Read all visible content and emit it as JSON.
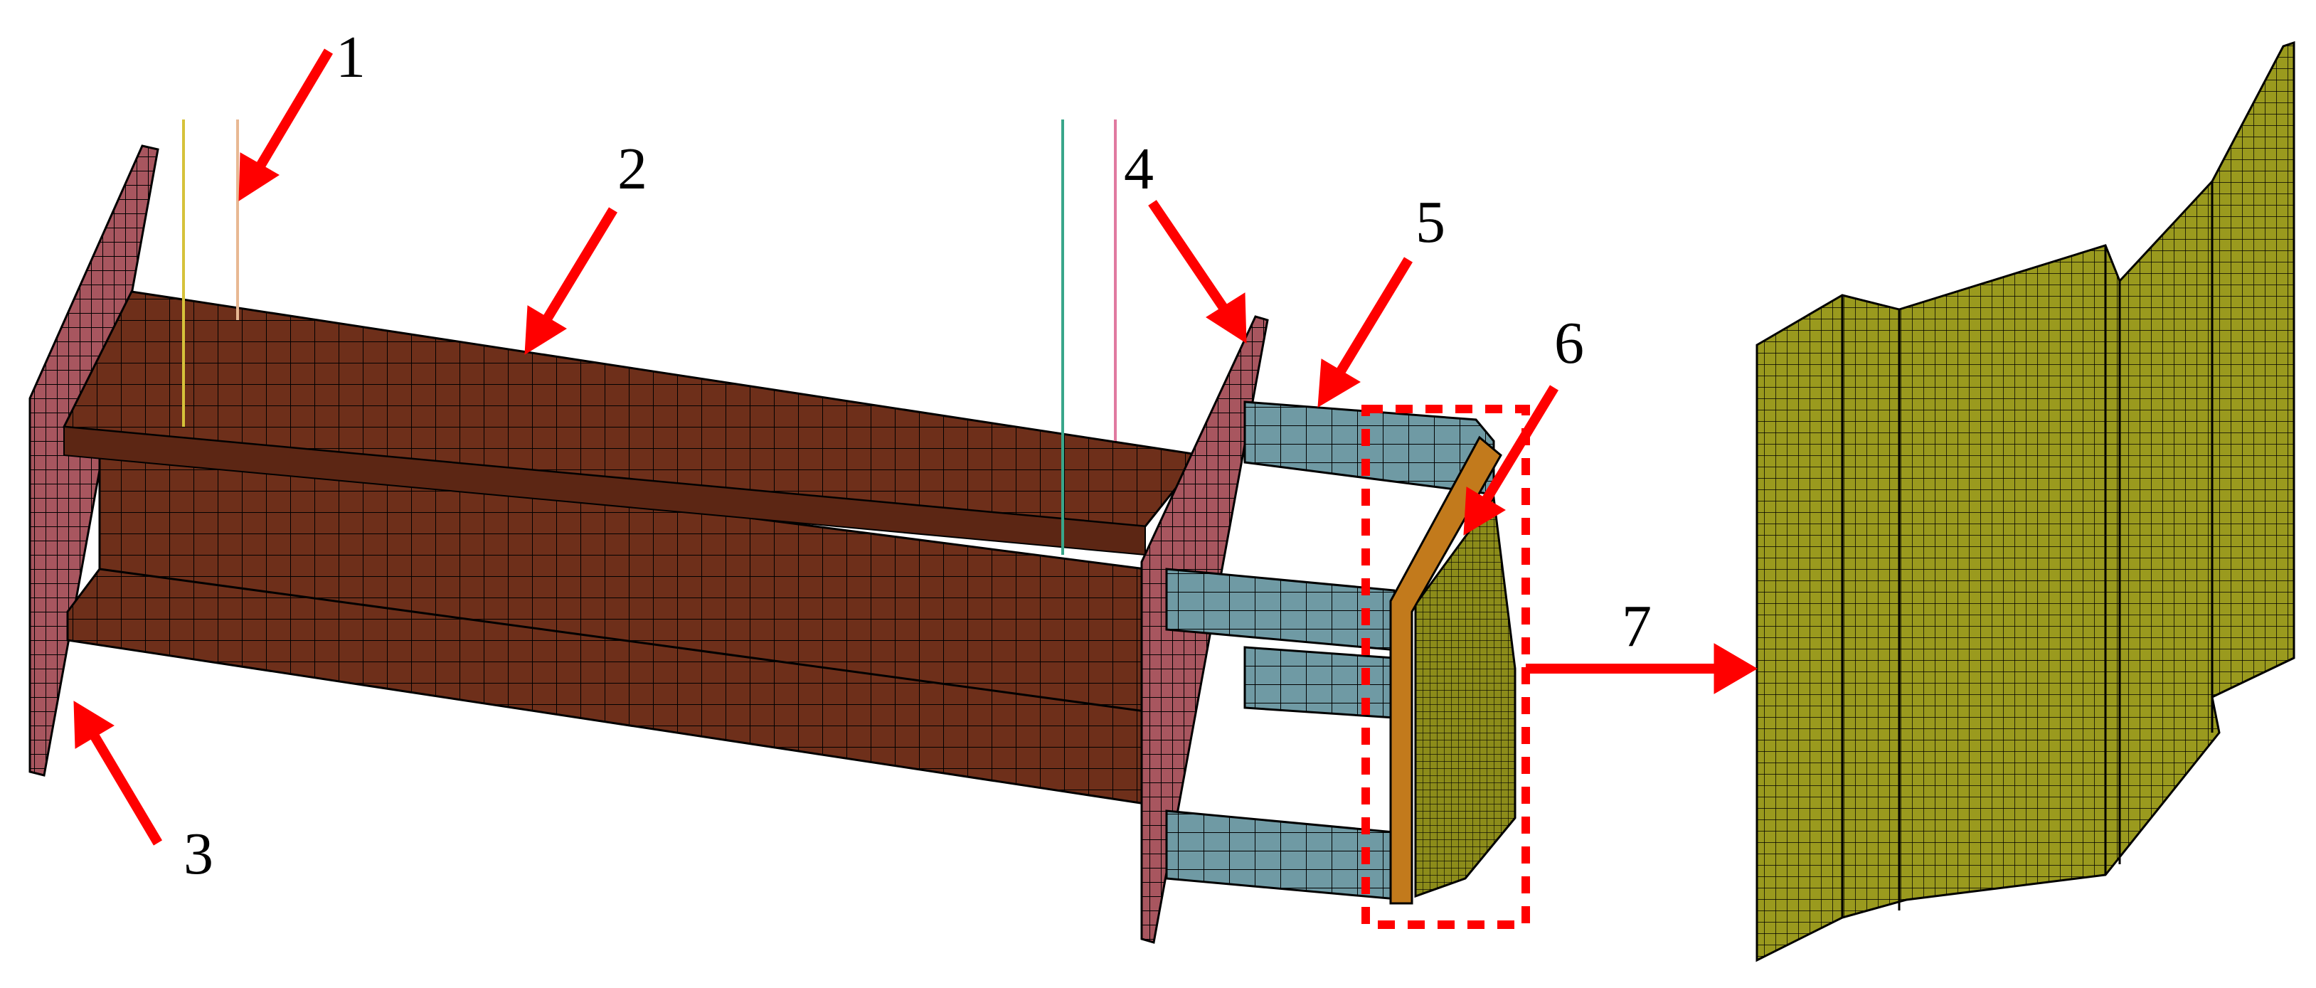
{
  "callouts": [
    {
      "id": "1",
      "label": "1"
    },
    {
      "id": "2",
      "label": "2"
    },
    {
      "id": "3",
      "label": "3"
    },
    {
      "id": "4",
      "label": "4"
    },
    {
      "id": "5",
      "label": "5"
    },
    {
      "id": "6",
      "label": "6"
    },
    {
      "id": "7",
      "label": "7"
    }
  ],
  "colors": {
    "beam": "#6e2f1a",
    "beam_top": "#7a3820",
    "end_plate": "#a8565f",
    "bolt": "#6f9aa4",
    "bracket": "#c27a1c",
    "corrugated": "#9a9a1e",
    "mesh_line": "#000000",
    "arrow": "#ff0000",
    "dashed_box": "#ff0000"
  }
}
